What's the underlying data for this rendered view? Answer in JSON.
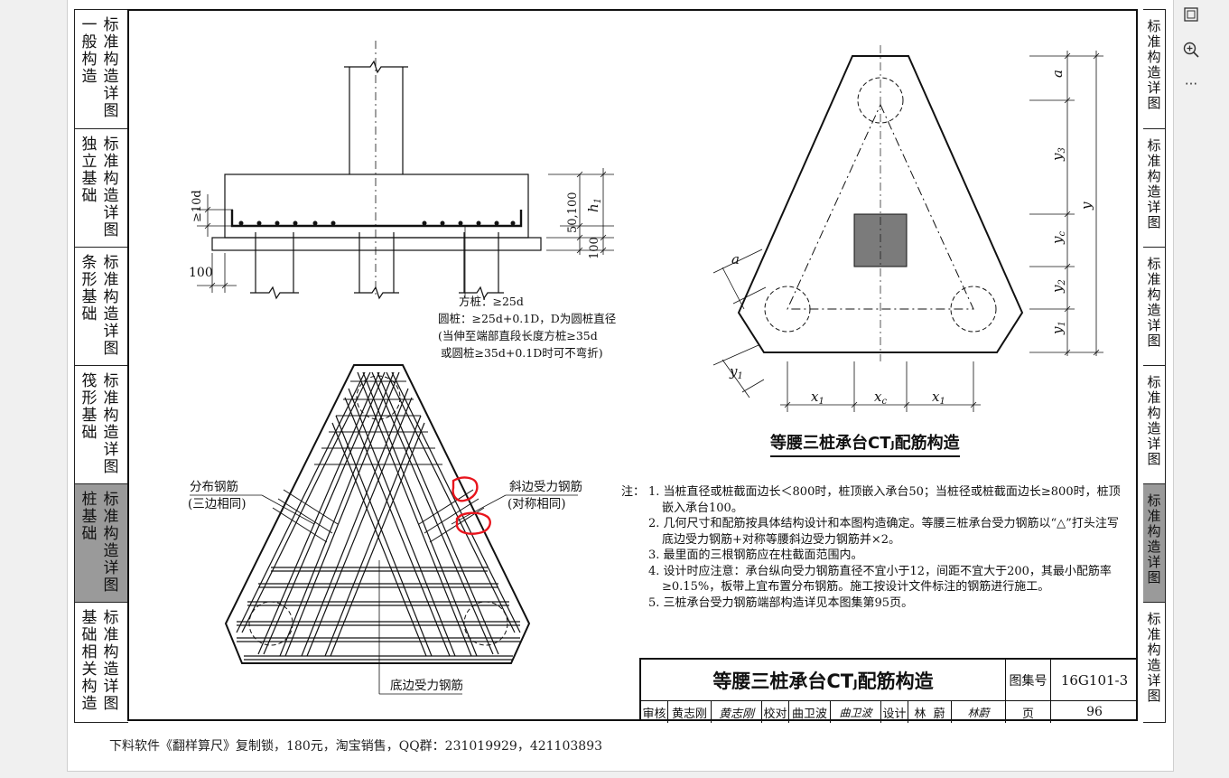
{
  "left_tabs": [
    {
      "col_a": "一般构造",
      "col_b": "标准构造详图",
      "active": false
    },
    {
      "col_a": "独立基础",
      "col_b": "标准构造详图",
      "active": false
    },
    {
      "col_a": "条形基础",
      "col_b": "标准构造详图",
      "active": false
    },
    {
      "col_a": "筏形基础",
      "col_b": "标准构造详图",
      "active": false
    },
    {
      "col_a": "桩基础",
      "col_b": "标准构造详图",
      "active": true
    },
    {
      "col_a": "基础相关构造",
      "col_b": "标准构造详图",
      "active": false
    }
  ],
  "right_tabs": [
    {
      "label": "标准构造详图",
      "active": false
    },
    {
      "label": "标准构造详图",
      "active": false
    },
    {
      "label": "标准构造详图",
      "active": false
    },
    {
      "label": "标准构造详图",
      "active": false
    },
    {
      "label": "标准构造详图",
      "active": true
    },
    {
      "label": "标准构造详图",
      "active": false
    }
  ],
  "section": {
    "dim_10d": "≥10d",
    "dim_50_100": "50,100",
    "dim_h1": "h",
    "dim_h1_sub": "1",
    "dim_100_right": "100",
    "dim_100_left": "100",
    "anchor_note": {
      "line1": "方桩：≥25d",
      "line2": "圆桩：≥25d+0.1D，D为圆桩直径",
      "line3": "(当伸至端部直段长度方桩≥35d",
      "line4": "或圆桩≥35d+0.1D时可不弯折)"
    }
  },
  "plan": {
    "label_dist": "分布钢筋",
    "label_dist_sub": "(三边相同)",
    "label_side": "斜边受力钢筋",
    "label_side_sub": "(对称相同)",
    "label_bottom": "底边受力钢筋"
  },
  "outline": {
    "a_top": "a",
    "a_side": "a",
    "y1_side": "y",
    "x1_left": "x",
    "xc": "x",
    "x1_right": "x",
    "y3": "y",
    "y": "y",
    "yc": "y",
    "y2": "y",
    "y1": "y",
    "sub_1": "1",
    "sub_c": "c",
    "sub_2": "2",
    "sub_3": "3",
    "caption": "等腰三桩承台CT",
    "caption_sub": "J",
    "caption_tail": "配筋构造"
  },
  "notes": {
    "lead": "注：",
    "items": [
      "1. 当桩直径或桩截面边长＜800时，桩顶嵌入承台50；当桩径或桩截面边长≥800时，桩顶嵌入承台100。",
      "2. 几何尺寸和配筋按具体结构设计和本图构造确定。等腰三桩承台受力钢筋以“△”打头注写底边受力钢筋+对称等腰斜边受力钢筋并×2。",
      "3. 最里面的三根钢筋应在柱截面范围内。",
      "4. 设计时应注意：承台纵向受力钢筋直径不宜小于12，间距不宜大于200，其最小配筋率≥0.15%，板带上宜布置分布钢筋。施工按设计文件标注的钢筋进行施工。",
      "5. 三桩承台受力钢筋端部构造详见本图集第95页。"
    ]
  },
  "title_block": {
    "title": "等腰三桩承台CT",
    "title_sub": "J",
    "title_tail": " 配筋构造",
    "atlas_label": "图集号",
    "atlas_no": "16G101-3",
    "review_label": "审核",
    "reviewer": "黄志刚",
    "reviewer_sign": "黄志刚",
    "check_label": "校对",
    "checker": "曲卫波",
    "checker_sign": "曲卫波",
    "design_label": "设计",
    "designer": "林  蔚",
    "designer_sign": "林蔚",
    "page_label": "页",
    "page_no": "96"
  },
  "footer": {
    "text": "下料软件《翻样算尺》复制锁，180元，淘宝销售，QQ群：231019929，421103893"
  },
  "toolbar": [
    {
      "icon": "fit-page-icon"
    },
    {
      "icon": "zoom-in-icon"
    },
    {
      "icon": "more-icon",
      "glyph": "···"
    }
  ],
  "colors": {
    "accent": "#e8141c",
    "tab_active": "#9a9a9a",
    "column_fill": "#7b7b7b"
  }
}
